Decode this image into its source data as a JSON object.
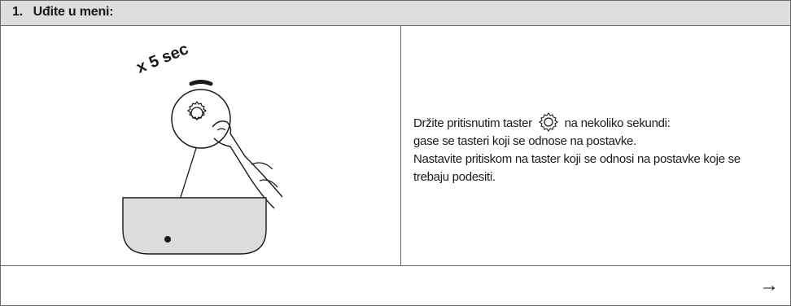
{
  "header": {
    "title": "1.   Uđite u meni:"
  },
  "illustration": {
    "timer_label": "x 5 sec",
    "icons": [
      "gear-button-icon",
      "finger-icon",
      "bowl-icon"
    ]
  },
  "description": {
    "line1_before": "Držite pritisnutim taster",
    "line1_after": "na nekoliko sekundi:",
    "line2": "gase se tasteri koji se odnose na postavke.",
    "line3": "Nastavite pritiskom na taster koji se odnosi na postavke koje se",
    "line4": "trebaju podesiti.",
    "inline_icon": "settings-gear-icon"
  },
  "footer": {
    "next_arrow": "→"
  }
}
